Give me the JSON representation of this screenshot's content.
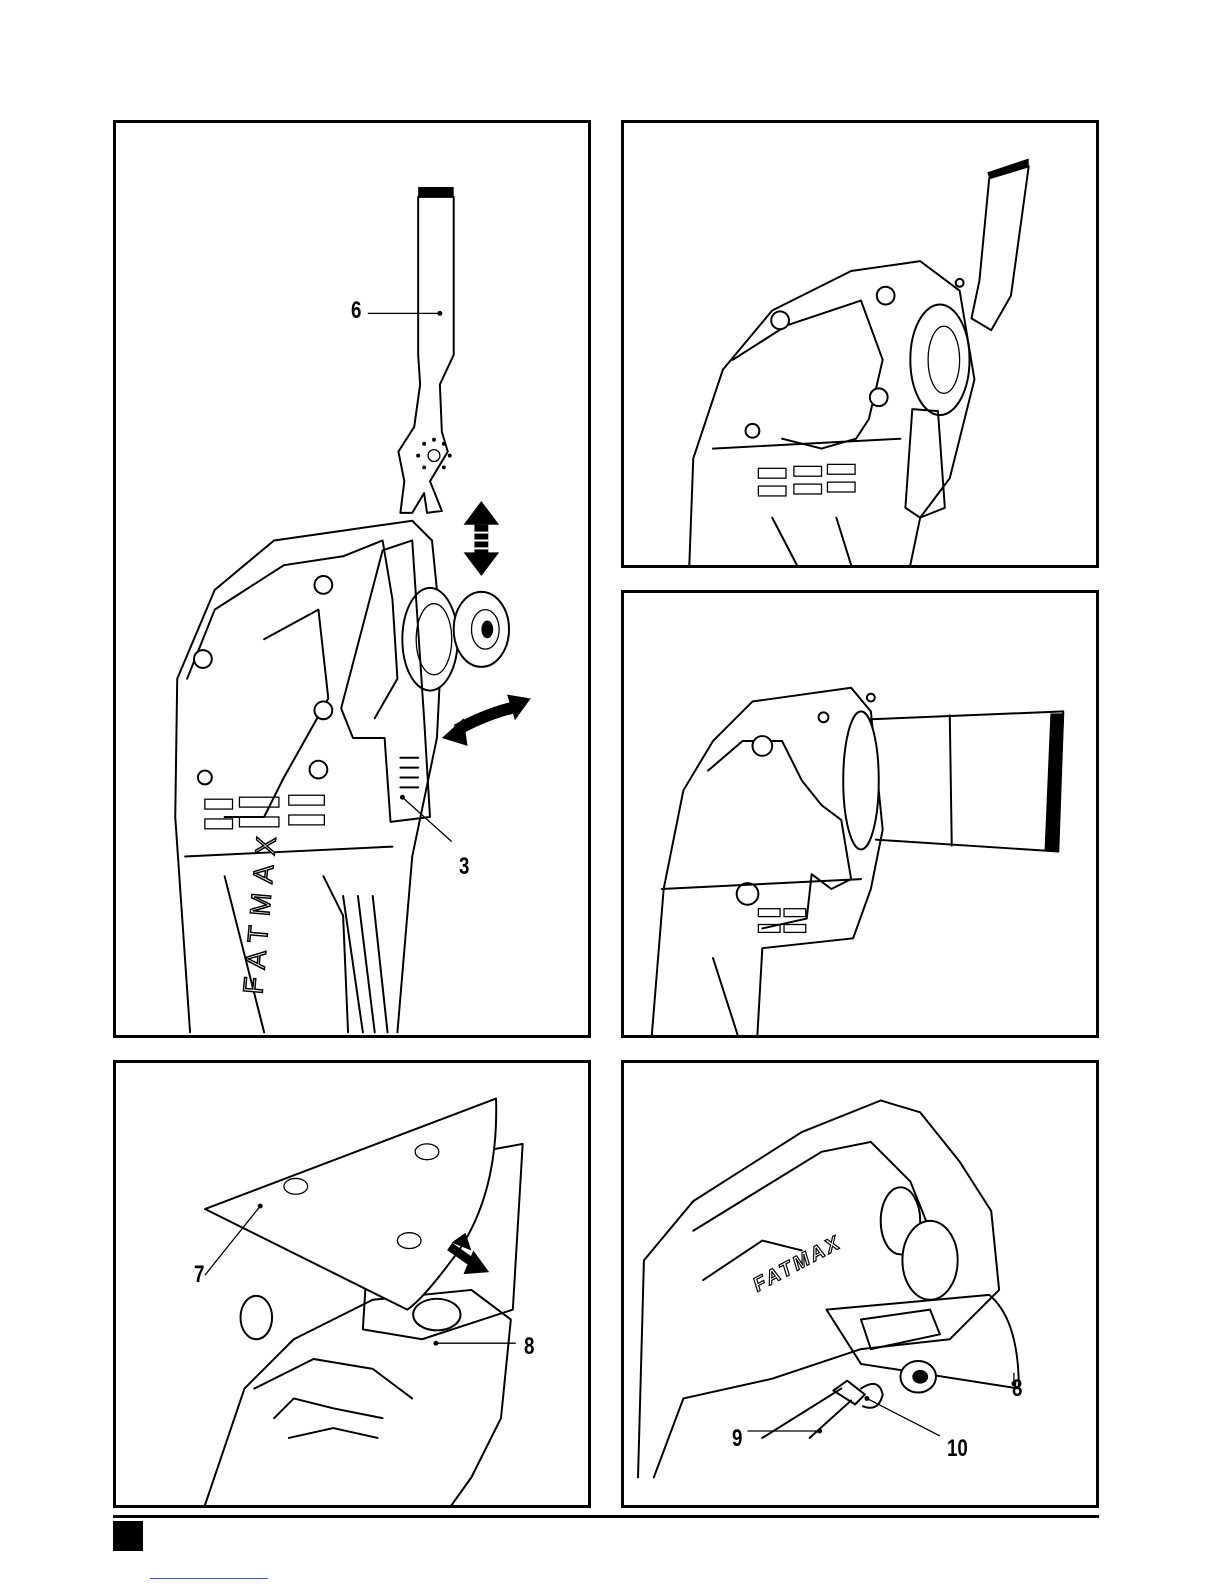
{
  "page": {
    "number": ""
  },
  "panels": {
    "a": {
      "callouts": [
        "6",
        "3"
      ]
    },
    "b": {
      "callouts": []
    },
    "c": {
      "callouts": []
    },
    "d": {
      "callouts": [
        "7",
        "8"
      ]
    },
    "e": {
      "callouts": [
        "8",
        "9",
        "10"
      ]
    }
  },
  "brand_marking": "FATMAX",
  "colors": {
    "line": "#000000",
    "background": "#ffffff",
    "link": "#3a57c4"
  },
  "icons": [
    "double-arrow-vertical-icon",
    "double-arrow-curved-icon",
    "arrow-right-icon"
  ]
}
